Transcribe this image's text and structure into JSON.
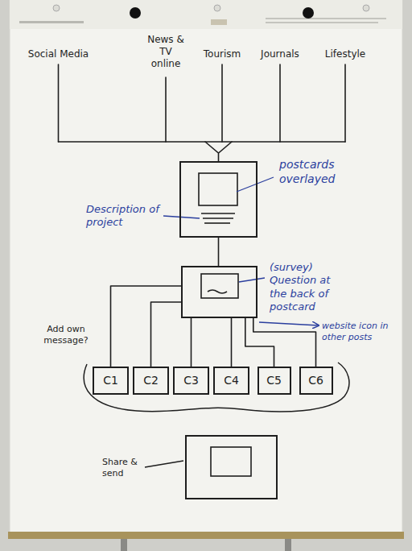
{
  "diagram": {
    "nodes": [
      {
        "text": [
          "postcards overlayed",
          "Description of project"
        ]
      },
      {
        "text": [
          "(survey) Question at the back of postcard"
        ]
      },
      {
        "text": [
          "C1"
        ]
      },
      {
        "text": [
          "C2"
        ]
      },
      {
        "text": [
          "C3"
        ]
      },
      {
        "text": [
          "C4"
        ]
      },
      {
        "text": [
          "C5"
        ]
      },
      {
        "text": [
          "C6"
        ]
      },
      {
        "text": [
          "Share & send"
        ]
      }
    ],
    "edges": [
      {
        "from": 0,
        "to": 1,
        "arrow": "none"
      },
      {
        "from": 1,
        "to": 2,
        "arrow": "none"
      },
      {
        "from": 1,
        "to": 3,
        "arrow": "none"
      },
      {
        "from": 1,
        "to": 4,
        "arrow": "none"
      },
      {
        "from": 1,
        "to": 5,
        "arrow": "none"
      },
      {
        "from": 1,
        "to": 6,
        "arrow": "none"
      },
      {
        "from": 1,
        "to": 7,
        "arrow": "none"
      }
    ],
    "labels": [
      "Social Media",
      "News & TV online",
      "Tourism",
      "Journals",
      "Lifestyle",
      "Add own message?",
      "website icon in other posts"
    ]
  }
}
